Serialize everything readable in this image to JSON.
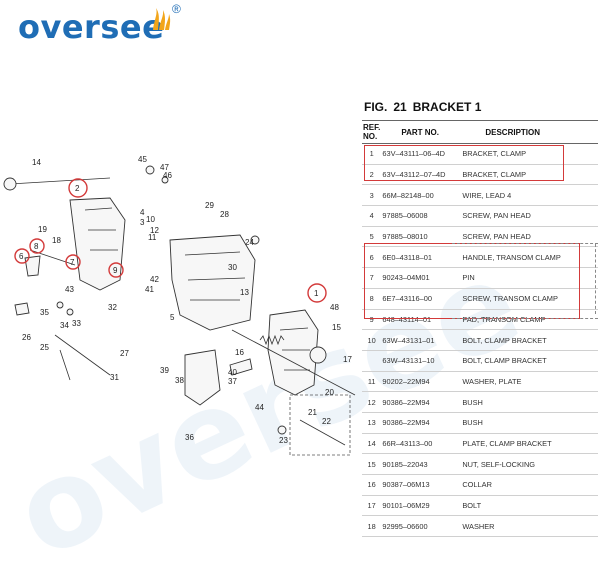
{
  "brand": {
    "name": "oversee",
    "registered": "®"
  },
  "figure": {
    "fig_label": "FIG.",
    "fig_number": "21",
    "title": "BRACKET 1"
  },
  "table": {
    "headers": {
      "ref": "REF. NO.",
      "part": "PART NO.",
      "desc": "DESCRIPTION"
    },
    "rows": [
      {
        "ref": "1",
        "part": "63V–43111–06–4D",
        "desc": "BRACKET, CLAMP"
      },
      {
        "ref": "2",
        "part": "63V–43112–07–4D",
        "desc": "BRACKET, CLAMP"
      },
      {
        "ref": "3",
        "part": "66M–82148–00",
        "desc": "WIRE, LEAD 4"
      },
      {
        "ref": "4",
        "part": "97885–06008",
        "desc": "SCREW, PAN HEAD"
      },
      {
        "ref": "5",
        "part": "97885–08010",
        "desc": "SCREW, PAN HEAD"
      },
      {
        "ref": "6",
        "part": "6E0–43118–01",
        "desc": "HANDLE, TRANSOM CLAMP"
      },
      {
        "ref": "7",
        "part": "90243–04M01",
        "desc": "PIN"
      },
      {
        "ref": "8",
        "part": "6E7–43116–00",
        "desc": "SCREW, TRANSOM CLAMP"
      },
      {
        "ref": "9",
        "part": "648–43114–01",
        "desc": "PAD, TRANSOM CLAMP"
      },
      {
        "ref": "10",
        "part": "63W–43131–01",
        "desc": "BOLT, CLAMP BRACKET"
      },
      {
        "ref": "",
        "part": "63W–43131–10",
        "desc": "BOLT, CLAMP BRACKET"
      },
      {
        "ref": "11",
        "part": "90202–22M94",
        "desc": "WASHER, PLATE"
      },
      {
        "ref": "12",
        "part": "90386–22M94",
        "desc": "BUSH"
      },
      {
        "ref": "13",
        "part": "90386–22M94",
        "desc": "BUSH"
      },
      {
        "ref": "14",
        "part": "66R–43113–00",
        "desc": "PLATE, CLAMP BRACKET"
      },
      {
        "ref": "15",
        "part": "90185–22043",
        "desc": "NUT, SELF-LOCKING"
      },
      {
        "ref": "16",
        "part": "90387–06M13",
        "desc": "COLLAR"
      },
      {
        "ref": "17",
        "part": "90101–06M29",
        "desc": "BOLT"
      },
      {
        "ref": "18",
        "part": "92995–06600",
        "desc": "WASHER"
      }
    ]
  },
  "diagram": {
    "callouts": [
      "1",
      "2",
      "3",
      "4",
      "5",
      "6",
      "7",
      "8",
      "9",
      "10",
      "11",
      "12",
      "13",
      "14",
      "15",
      "16",
      "17",
      "18",
      "19",
      "20",
      "21",
      "22",
      "23",
      "24",
      "25",
      "26",
      "27",
      "28",
      "29",
      "30",
      "31",
      "32",
      "33",
      "34",
      "35",
      "36",
      "37",
      "38",
      "39",
      "40",
      "41",
      "42",
      "43",
      "44",
      "45",
      "46",
      "47",
      "48"
    ],
    "highlighted": [
      "1",
      "2",
      "6",
      "7",
      "8",
      "9"
    ]
  },
  "colors": {
    "brand": "#1f6db5",
    "highlight": "#d33a3a",
    "flame": "#f2a51a"
  }
}
